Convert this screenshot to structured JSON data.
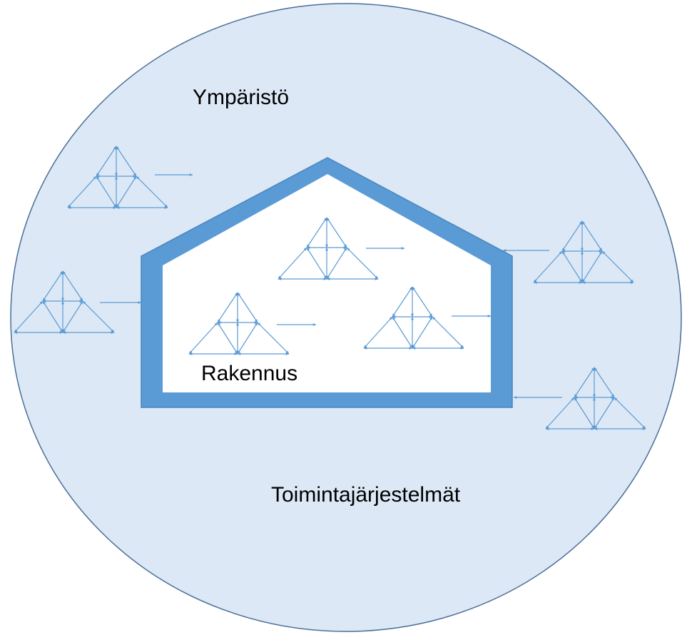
{
  "labels": {
    "environment": "Ympäristö",
    "building": "Rakennus",
    "systems": "Toimintajärjestelmät"
  },
  "colors": {
    "circle_fill": "#dce8f5",
    "circle_stroke": "#4a6f98",
    "wall": "#5b9bd5",
    "wall_stroke": "#4a84bd",
    "interior": "#ffffff",
    "arrow": "#5b9bd5"
  },
  "icons": [
    "agent-network-icon",
    "arrow-right-icon",
    "arrow-left-icon"
  ]
}
